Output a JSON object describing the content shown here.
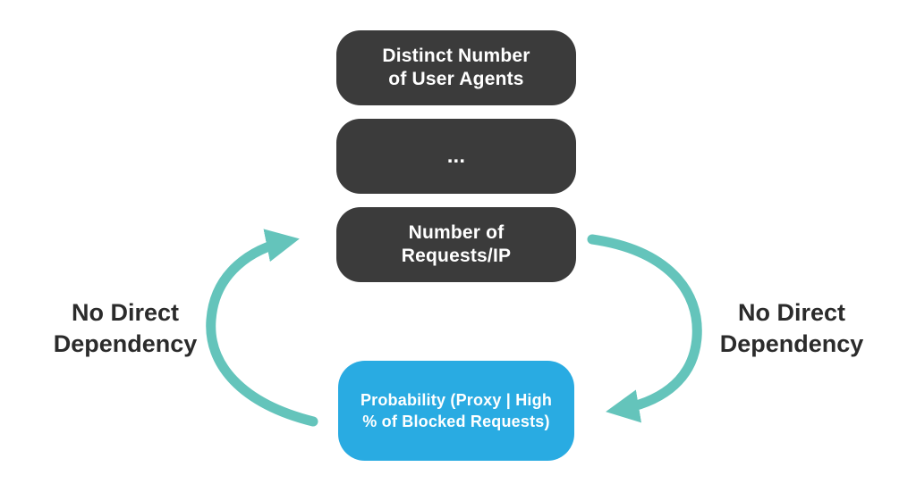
{
  "diagram": {
    "title": "",
    "boxes": {
      "distinct_user_agents": {
        "line1": "Distinct Number",
        "line2": "of User Agents"
      },
      "ellipsis": {
        "label": "..."
      },
      "requests_per_ip": {
        "line1": "Number of",
        "line2": "Requests/IP"
      },
      "probability": {
        "line1": "Probability (Proxy | High",
        "line2": "% of Blocked Requests)"
      }
    },
    "labels": {
      "left": {
        "line1": "No Direct",
        "line2": "Dependency"
      },
      "right": {
        "line1": "No Direct",
        "line2": "Dependency"
      }
    },
    "icons": {
      "left_arrow": "curved-arrow-counterclockwise",
      "right_arrow": "curved-arrow-clockwise"
    }
  },
  "colors": {
    "box_dark": "#3b3b3b",
    "box_blue": "#29abe2",
    "arrow_teal": "#64c4bb",
    "label_text": "#2b2b2b",
    "box_text": "#ffffff"
  }
}
